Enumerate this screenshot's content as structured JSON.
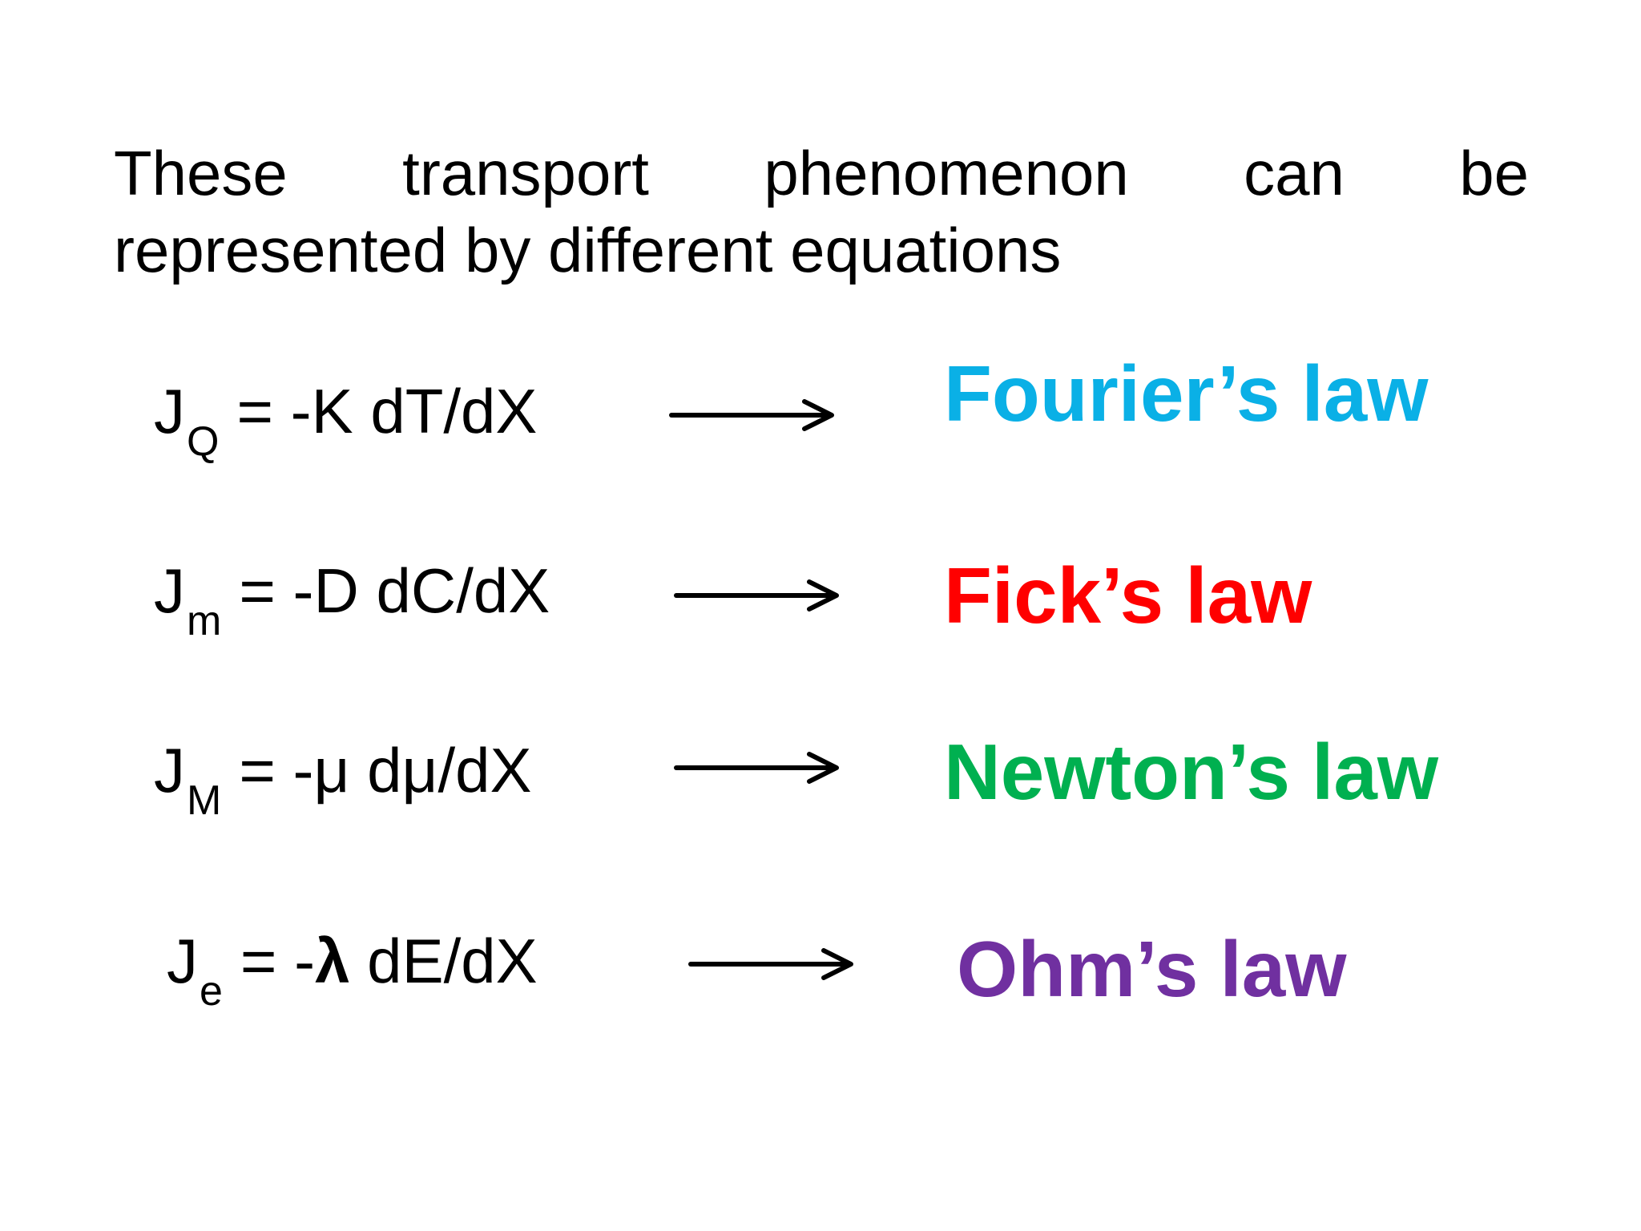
{
  "intro": {
    "line1_words": [
      "These",
      "transport",
      "phenomenon",
      "can",
      "be"
    ],
    "line2": "represented by different equations"
  },
  "laws": [
    {
      "j": "J",
      "sub": "Q",
      "rhs_prefix": "= -K dT/dX",
      "law_name": "Fourier’s law",
      "color": "#0ab0e6"
    },
    {
      "j": "J",
      "sub": "m",
      "rhs_prefix": "= -D dC/dX",
      "law_name": "Fick’s law",
      "color": "#ff0000"
    },
    {
      "j": "J",
      "sub": "M",
      "rhs_prefix": "= -μ dμ/dX",
      "law_name": "Newton’s law",
      "color": "#00b050"
    },
    {
      "j": "J",
      "sub": "e",
      "rhs_before": "= -",
      "rhs_symbol": "λ",
      "rhs_after": " dE/dX",
      "law_name": "Ohm’s law",
      "color": "#7030a0"
    }
  ],
  "icons": {
    "arrow": "right-arrow-icon"
  }
}
